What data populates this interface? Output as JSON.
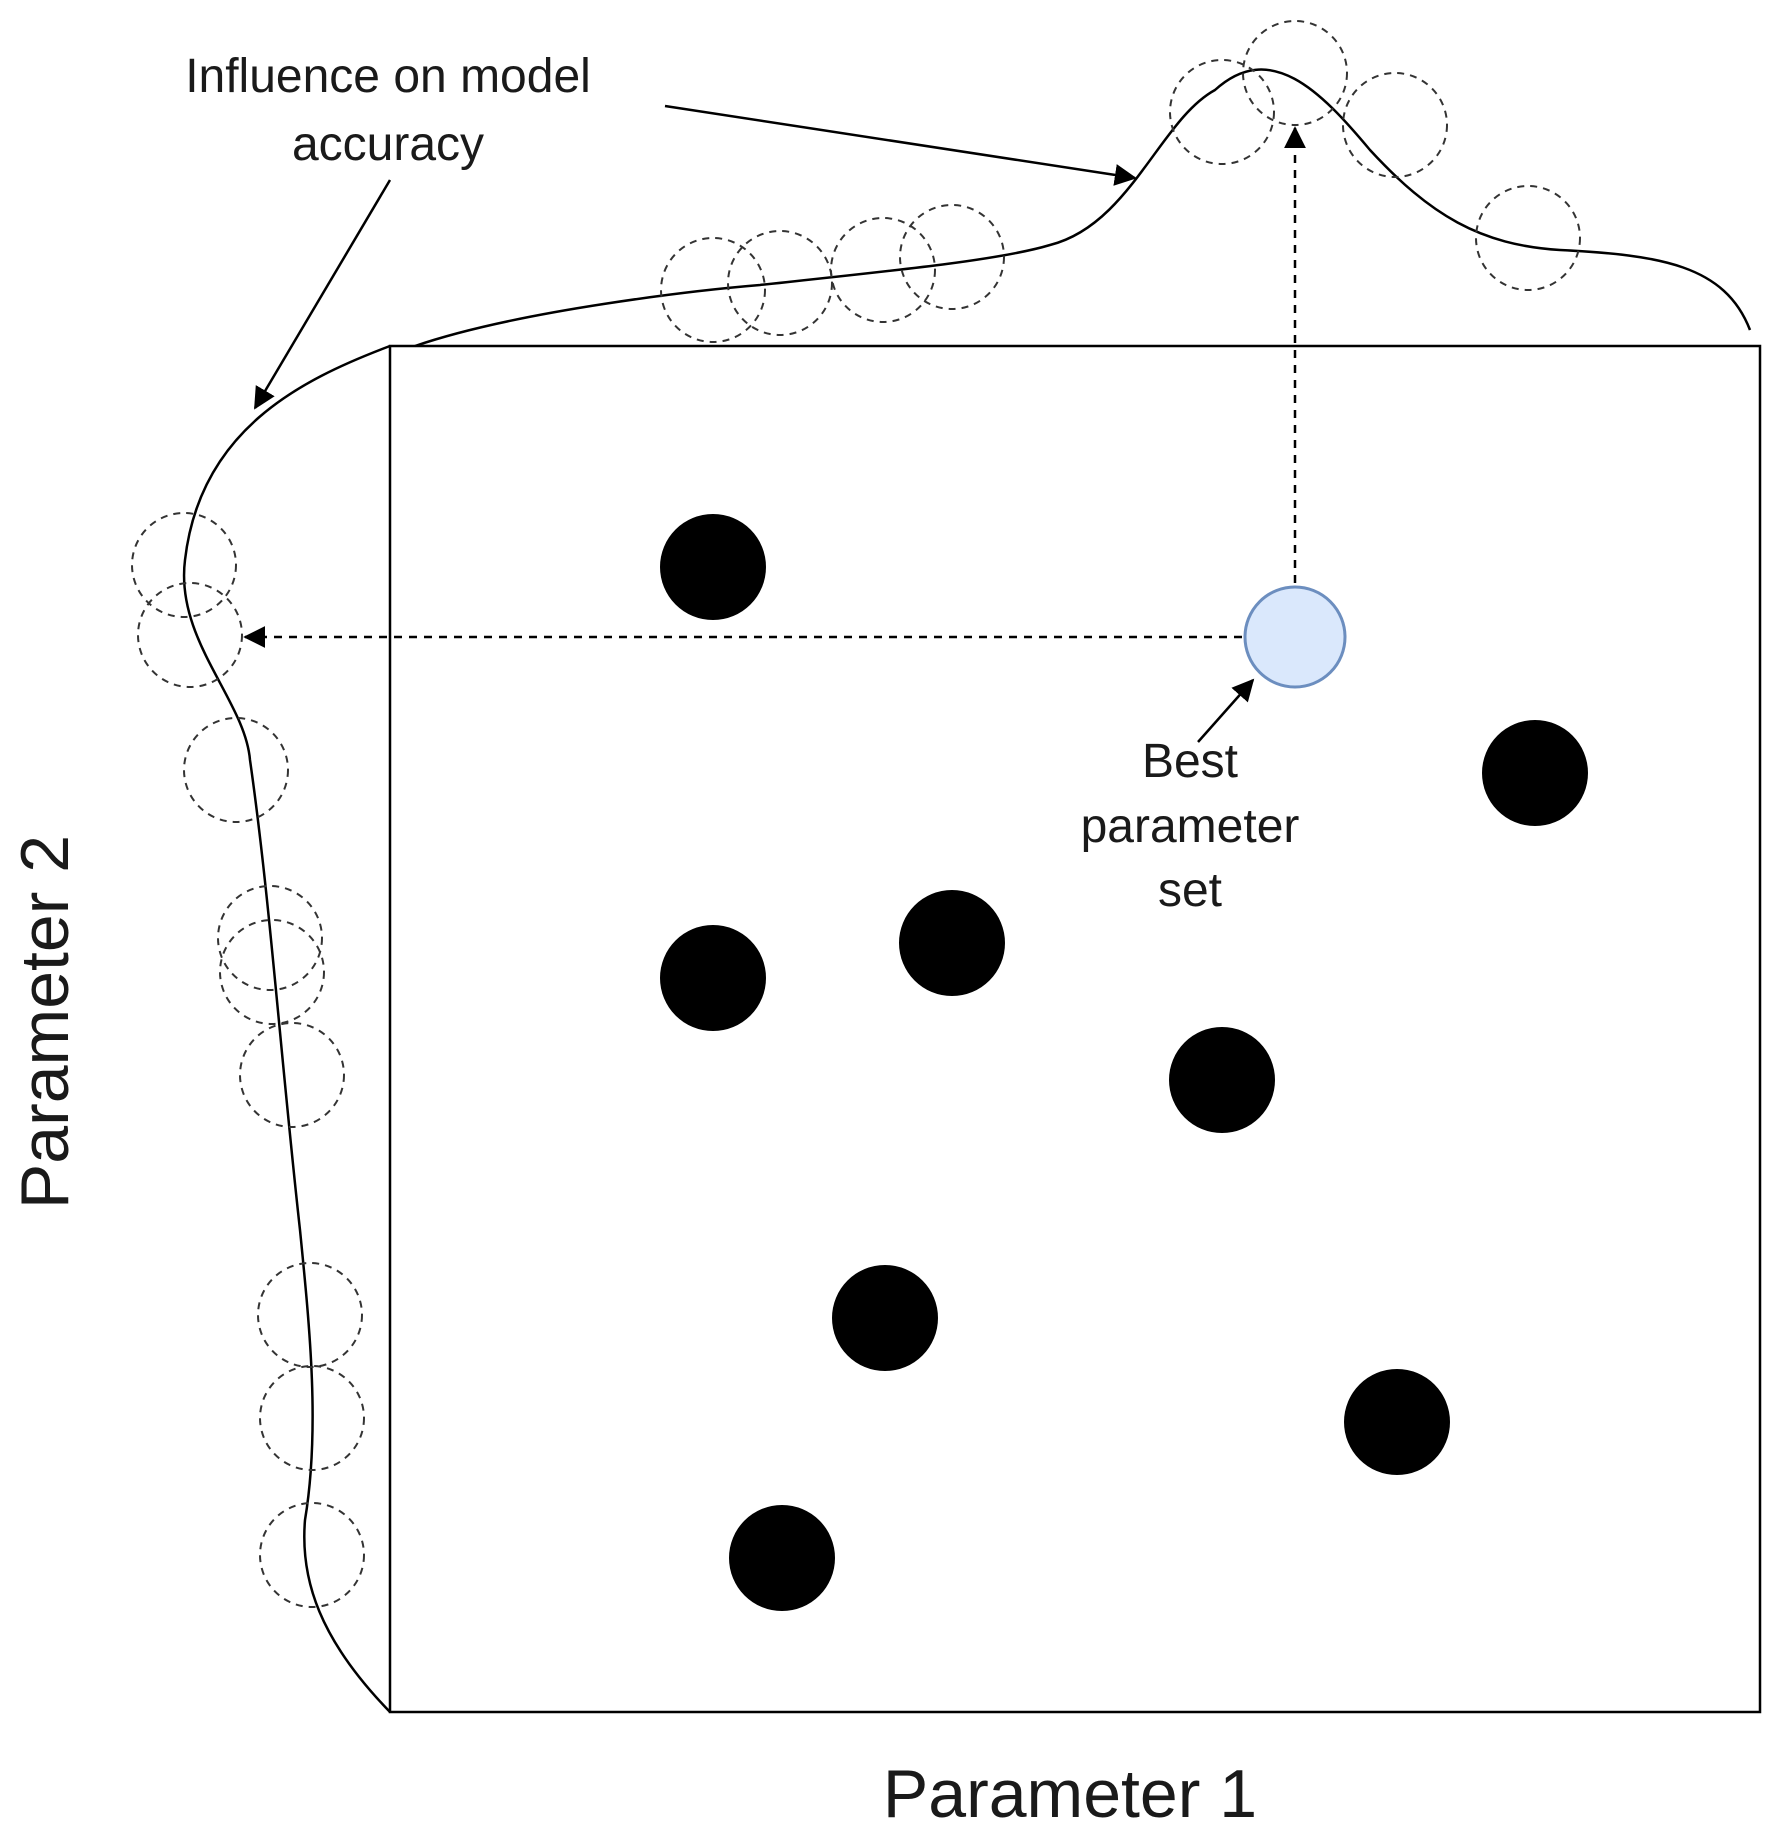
{
  "labels": {
    "influence_line1": "Influence on model",
    "influence_line2": "accuracy",
    "best_line1": "Best",
    "best_line2": "parameter",
    "best_line3": "set",
    "x_axis": "Parameter 1",
    "y_axis": "Parameter 2"
  },
  "colors": {
    "line": "#000000",
    "sample_fill": "#000000",
    "best_fill": "#dae8fc",
    "best_stroke": "#6c8ebf",
    "dashed": "#333333"
  },
  "markers": {
    "trial_points": "solid black dots",
    "best_point": "light blue circle",
    "projections": "dashed circles"
  }
}
